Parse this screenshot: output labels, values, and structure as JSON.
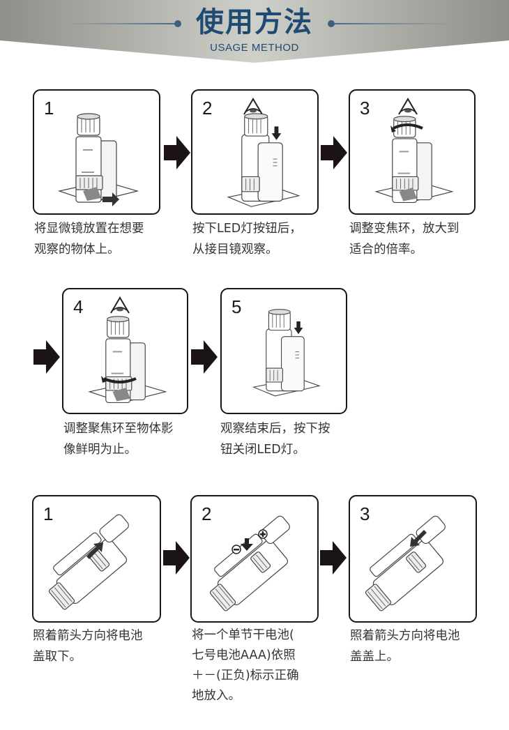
{
  "header": {
    "title": "使用方法",
    "subtitle": "USAGE METHOD",
    "title_color": "#1f4a72"
  },
  "usage_steps": [
    {
      "number": "1",
      "lines": [
        "将显微镜放置在想要",
        "观察的物体上。"
      ],
      "icon": "microscope-on-slide-icon"
    },
    {
      "number": "2",
      "lines": [
        "按下LED灯按钮后，",
        "从接目镜观察。"
      ],
      "icon": "microscope-press-led-icon"
    },
    {
      "number": "3",
      "lines": [
        "调整变焦环，放大到",
        "适合的倍率。"
      ],
      "icon": "microscope-zoom-ring-icon"
    },
    {
      "number": "4",
      "lines": [
        "调整聚焦环至物体影",
        "像鲜明为止。"
      ],
      "icon": "microscope-focus-ring-icon"
    },
    {
      "number": "5",
      "lines": [
        "观察结束后，按下按",
        "钮关闭LED灯。"
      ],
      "icon": "microscope-led-off-icon"
    }
  ],
  "battery_steps": [
    {
      "number": "1",
      "lines": [
        "照着箭头方向将电池",
        "盖取下。"
      ],
      "icon": "battery-cover-remove-icon"
    },
    {
      "number": "2",
      "lines": [
        "将一个单节干电池(",
        "七号电池AAA)依照",
        "＋－(正负)标示正确",
        "地放入。"
      ],
      "icon": "battery-insert-icon"
    },
    {
      "number": "3",
      "lines": [
        "照着箭头方向将电池",
        "盖盖上。"
      ],
      "icon": "battery-cover-close-icon"
    }
  ],
  "arrow_icon": "right-arrow-icon",
  "eye_icon": "eye-icon"
}
